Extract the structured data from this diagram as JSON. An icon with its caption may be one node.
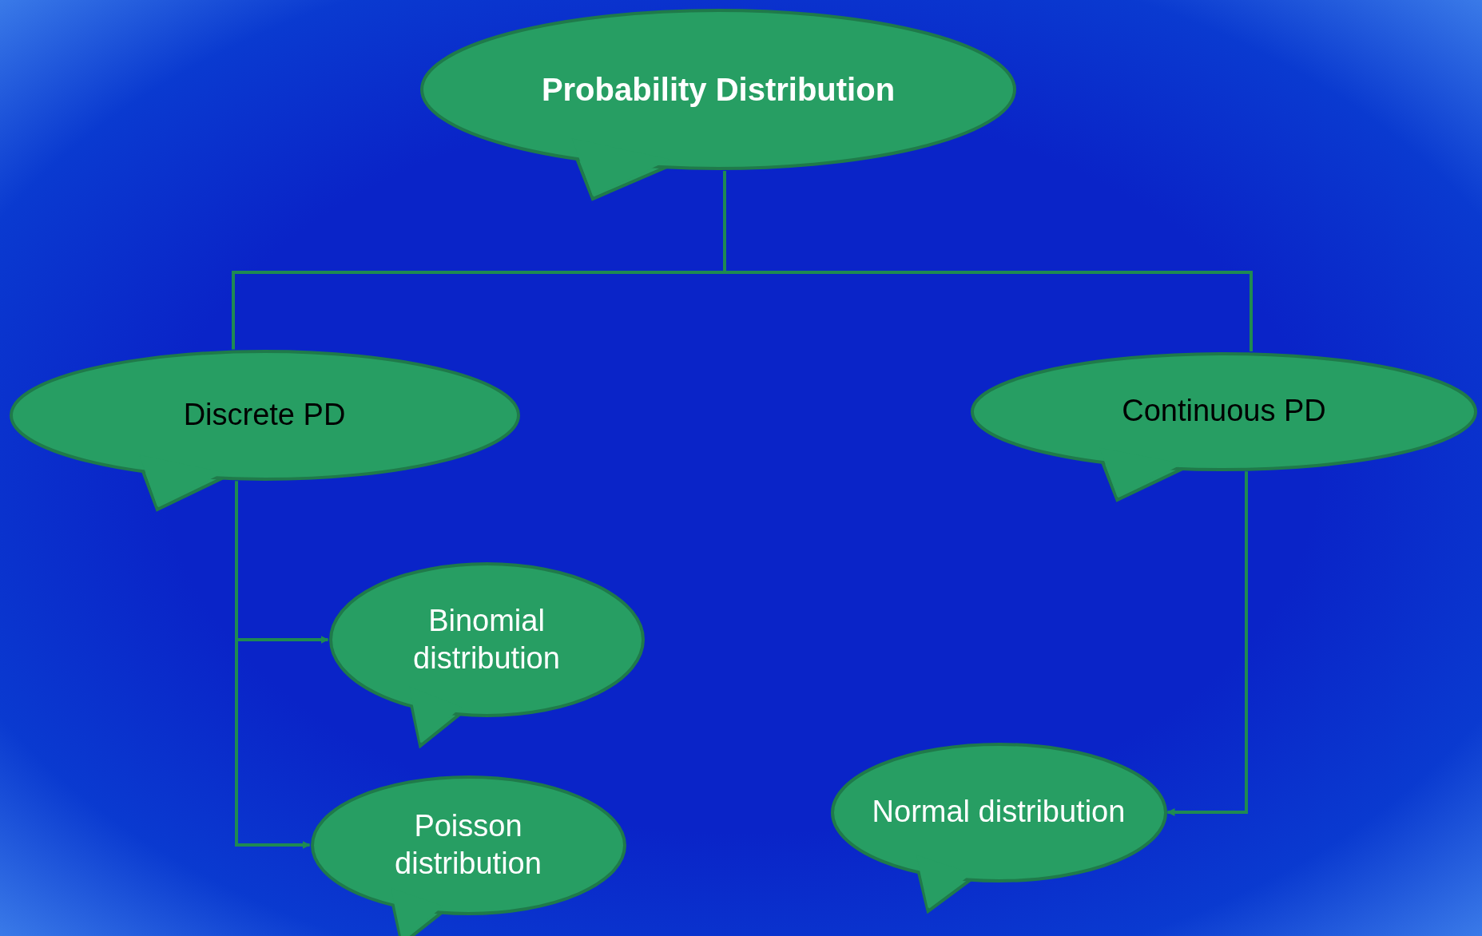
{
  "diagram": {
    "nodes": [
      {
        "text": [
          "Probability Distribution"
        ]
      },
      {
        "text": [
          "Discrete PD"
        ]
      },
      {
        "text": [
          "Continuous PD"
        ]
      },
      {
        "text": [
          "Binomial distribution"
        ]
      },
      {
        "text": [
          "Poisson distribution"
        ]
      },
      {
        "text": [
          "Normal distribution"
        ]
      }
    ],
    "edges": [
      {
        "from": 0,
        "to": 1,
        "arrow": "none"
      },
      {
        "from": 0,
        "to": 2,
        "arrow": "none"
      },
      {
        "from": 1,
        "to": 3,
        "arrow": "to"
      },
      {
        "from": 1,
        "to": 4,
        "arrow": "to"
      },
      {
        "from": 2,
        "to": 5,
        "arrow": "to"
      }
    ]
  }
}
